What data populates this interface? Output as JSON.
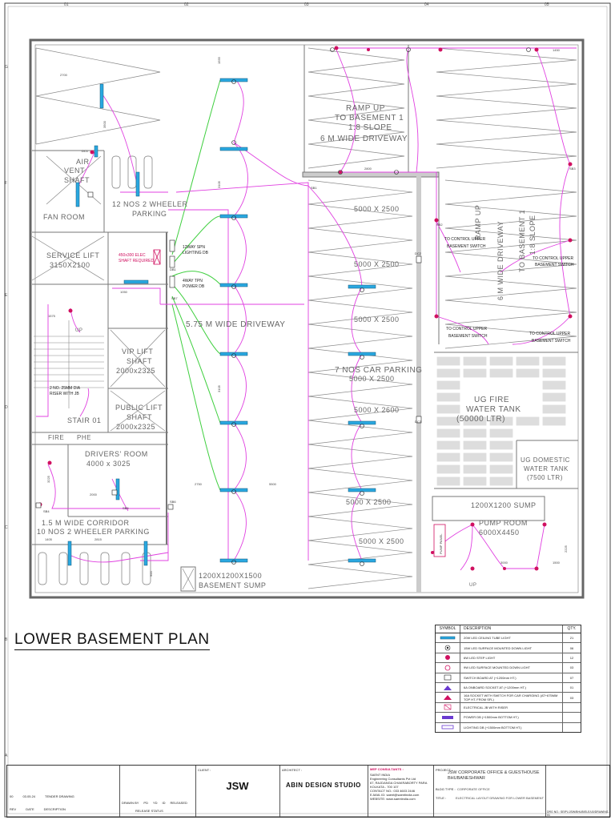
{
  "sheet": {
    "title": "LOWER BASEMENT PLAN",
    "grid_cols": [
      "01",
      "02",
      "03",
      "04",
      "05"
    ],
    "grid_rows": [
      "G",
      "F",
      "E",
      "D",
      "C",
      "B",
      "A"
    ]
  },
  "rooms": {
    "ramp_up_1": "RAMP UP",
    "ramp_up_2": "TO BASEMENT 1",
    "ramp_up_3": "1:8 SLOPE",
    "driveway_6": "6 M WIDE DRIVEWAY",
    "air_vent_1": "AIR",
    "air_vent_2": "VENT",
    "air_vent_3": "SHAFT",
    "fan_room": "FAN ROOM",
    "two_wheeler_12": "12 NOS 2 WHEELER",
    "parking": "PARKING",
    "service_lift_1": "SERVICE LIFT",
    "service_lift_2": "3150X2100",
    "driveway_575": "5.75 M WIDE DRIVEWAY",
    "vip_lift_1": "VIP LIFT",
    "vip_lift_2": "SHAFT",
    "vip_lift_3": "2000x2325",
    "public_lift_1": "PUBLIC LIFT",
    "public_lift_2": "SHAFT",
    "public_lift_3": "2000x2325",
    "stair": "STAIR 01",
    "fire": "FIRE",
    "phe": "PHE",
    "drivers_room_1": "DRIVERS' ROOM",
    "drivers_room_2": "4000 x 3025",
    "corridor_1": "1.5 M WIDE CORRIDOR",
    "corridor_2": "10 NOS 2 WHEELER PARKING",
    "car_parking_1": "7 NOS CAR PARKING",
    "ug_fire_1": "UG FIRE",
    "ug_fire_2": "WATER TANK",
    "ug_fire_3": "(50000 LTR)",
    "ug_domestic_1": "UG DOMESTIC",
    "ug_domestic_2": "WATER TANK",
    "ug_domestic_3": "(7500 LTR)",
    "sump_right": "1200X1200 SUMP",
    "pump_room_1": "PUMP ROOM",
    "pump_room_2": "6000X4450",
    "sump_bottom_1": "1200X1200X1500",
    "sump_bottom_2": "BASEMENT SUMP",
    "ramp_right_1": "RAMP UP",
    "ramp_right_2": "TO BASEMENT 1",
    "ramp_right_3": "1:8 SLOPE",
    "driveway_right": "6 M WIDE DRIVEWAY",
    "car_slot": "5000 X 2500",
    "car_slot_alt": "5000 X 2600",
    "up": "UP"
  },
  "notes": {
    "elec_shaft_1": "450x300 ELEC",
    "elec_shaft_2": "SHAFT REQUIRED",
    "lighting_db_1": "12WAY SPN",
    "lighting_db_2": "LIGHTING DB",
    "power_db_1": "4WAY TPN",
    "power_db_2": "POWER DB",
    "riser_1": "2 NO. 25MM DIA",
    "riser_2": "RISER WITH JB",
    "control_1": "TO CONTROL UPPER",
    "control_2": "BASEMENT SWITCH",
    "pump_panel": "PUMP PANEL",
    "labels": [
      "SB1",
      "SB2",
      "SB3",
      "SB4",
      "SB5",
      "SB6",
      "SB7",
      "DB1",
      "DC1",
      "DC2",
      "DC3"
    ]
  },
  "dims": [
    "2700",
    "3500",
    "1555",
    "3105",
    "2800",
    "1450",
    "1575",
    "3225",
    "1050",
    "2000",
    "2815",
    "1405",
    "2750",
    "5500",
    "3000",
    "1500",
    "2225",
    "900"
  ],
  "legend": {
    "headers": [
      "SYMBOL",
      "DESCRIPTION",
      "QTY."
    ],
    "rows": [
      {
        "desc": "20W LED CEILING TUBE LIGHT",
        "qty": "21"
      },
      {
        "desc": "15W LED SURFACE MOUNTED DOWN LIGHT",
        "qty": "06"
      },
      {
        "desc": "6W LED STEP LIGHT",
        "qty": "12"
      },
      {
        "desc": "9W LED SURFACE MOUNTED DOWN LIGHT",
        "qty": "03"
      },
      {
        "desc": "SWITCH BOARD AT (+1200mm HT.)",
        "qty": "07"
      },
      {
        "desc": "6A ONBOARD SOCKET AT (+1200mm HT.)",
        "qty": "01"
      },
      {
        "desc": "16A SOCKET WITH SWITCH FOR CAR CHARGING (AT+675MM TOP HT. FROM SFL)",
        "qty": "03"
      },
      {
        "desc": "ELECTRICAL JB WITH RISER",
        "qty": ""
      },
      {
        "desc": "POWER DB (+1500mm BOTTOM HT.)",
        "qty": ""
      },
      {
        "desc": "LIGHTING DB (+1500mm BOTTOM HT.)",
        "qty": ""
      }
    ]
  },
  "titleblock": {
    "client_label": "CLIENT :",
    "client": "JSW",
    "architect_label": "ARCHITECT :",
    "architect": "ABIN DESIGN STUDIO",
    "mep_label": "MEP CONSULTANTS :",
    "mep_lines": [
      "SAENT INDIA",
      "Engineering Consultants Pvt Ltd",
      "67, RAJDANGA CHAKRABORTY PARA",
      "KOLKATA - 700 107",
      "CONTACT NO.: 033 4603 2446",
      "E-MAIL ID: saent@saentindia.com",
      "WEBSITE: www.saentindia.com"
    ],
    "project_label": "PROJECT :",
    "project": "JSW CORPORATE OFFICE & GUESTHOUSE BHUBANESHWAR",
    "bldg_label": "BLDG TYPE :",
    "bldg": "CORPORATE OFFICE",
    "title_label": "TITLE :",
    "title": "ELECTRICAL LAYOUT DRAWING FOR LOWER BASEMENT",
    "rev_row": [
      "00",
      "03.05.24",
      "TENDER DRAWING"
    ],
    "rev_headers": [
      "REV",
      "DATE",
      "DESCRIPTION"
    ],
    "status_headers": [
      "DRAWN BY",
      "PD",
      "YD",
      "ID",
      "RELEASED"
    ],
    "release_status": "RELEASE STATUS",
    "drg_no": "DRG NO.: SEIPL/JSW/BHUB/ELE/LB/DRAWING-01"
  },
  "colors": {
    "wall": "#555555",
    "circuit": "#e040e0",
    "green_circuit": "#3fcf3f",
    "light": "#2aa8e0",
    "fixture": "#d01060"
  }
}
